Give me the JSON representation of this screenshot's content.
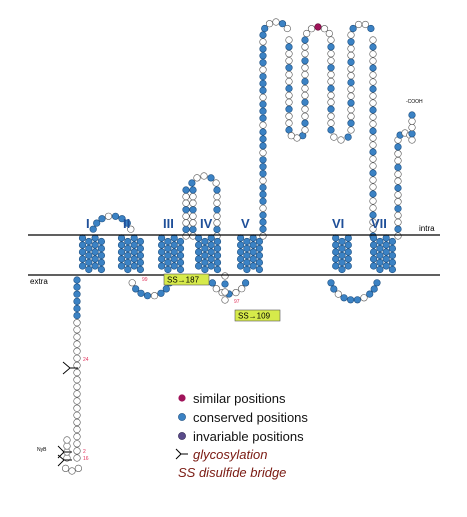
{
  "membrane": {
    "intra_label": "intra",
    "extra_label": "extra"
  },
  "helices": [
    "I",
    "II",
    "III",
    "IV",
    "V",
    "VI",
    "VII"
  ],
  "disulfide_bridges": [
    {
      "label": "SS→187"
    },
    {
      "label": "SS→109"
    }
  ],
  "c_terminus": "-COOH",
  "glycosylation_site_label": "NyB",
  "marked_positions": [
    "24",
    "2",
    "16",
    "99",
    "97"
  ],
  "legend": {
    "similar": "similar positions",
    "conserved": "conserved positions",
    "invariable": "invariable positions",
    "glycosylation": "glycosylation",
    "disulfide": "SS  disulfide bridge"
  },
  "colors": {
    "membrane_line": "#000000",
    "helix_label": "#1f4f99",
    "conserved": "#3b82c4",
    "similar": "#a0135a",
    "invariable": "#5a4b8a",
    "plain_residue": "#ffffff",
    "ss_box": "#d6ea4a",
    "legend_italic": "#7a1a12"
  }
}
